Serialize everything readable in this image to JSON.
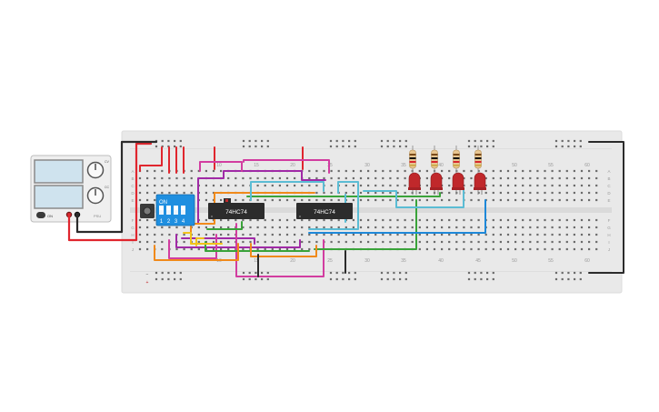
{
  "power_supply": {
    "knob_labels": [
      "CV",
      "CC"
    ],
    "output_label": "ON",
    "brand": "PSU"
  },
  "breadboard": {
    "column_numbers_top": [
      "10",
      "15",
      "20",
      "25",
      "30",
      "35",
      "40",
      "45",
      "50",
      "55",
      "60"
    ],
    "column_numbers_bottom": [
      "10",
      "15",
      "20",
      "25",
      "30",
      "35",
      "40",
      "45",
      "50",
      "55",
      "60"
    ],
    "row_letters_top": [
      "A",
      "B",
      "C",
      "D",
      "E"
    ],
    "row_letters_bottom": [
      "F",
      "G",
      "H",
      "I",
      "J"
    ],
    "rail_plus": "+",
    "rail_minus": "−"
  },
  "dip_switch": {
    "on_label": "ON",
    "position_labels": [
      "1",
      "2",
      "3",
      "4"
    ]
  },
  "chips": [
    {
      "label": "74HC74"
    },
    {
      "label": "74HC74"
    }
  ],
  "colors": {
    "board": "#e9e9e9",
    "wire_red": "#e0262e",
    "wire_purple": "#a02aa6",
    "wire_magenta": "#d23da0",
    "wire_green": "#3aa33a",
    "wire_orange": "#f08a1b",
    "wire_yellow": "#f2c21b",
    "wire_cyan": "#5bbcd4",
    "wire_blue": "#1e88d8",
    "wire_black": "#2b2b2b",
    "led_red": "#c0282b",
    "dip_blue": "#1f8fe0"
  }
}
